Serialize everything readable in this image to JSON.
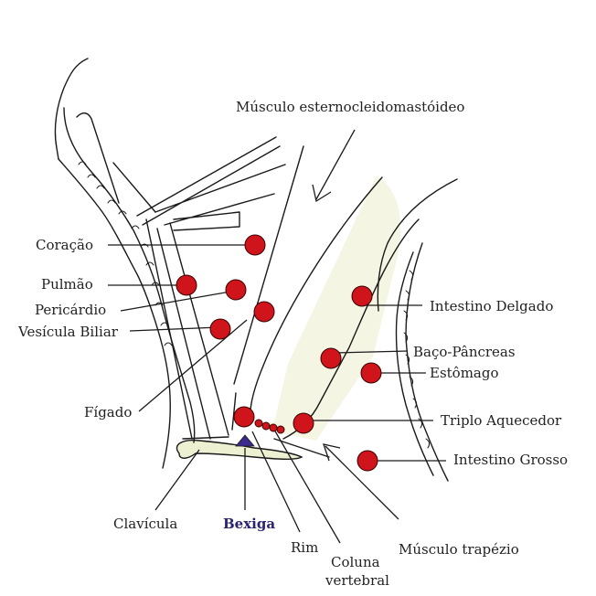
{
  "colors": {
    "point_fill": "#d0141c",
    "bladder_marker": "#3b2a8c",
    "bexiga_text": "#2a2470",
    "muscle_fill": "#f4f5e3",
    "clavicle_fill": "#eef0d2"
  },
  "labels": {
    "musculo_ecm": "Músculo esternocleidomastóideo",
    "coracao": "Coração",
    "pulmao": "Pulmão",
    "pericardio": "Pericárdio",
    "vesicula_biliar": "Vesícula Biliar",
    "figado": "Fígado",
    "clavicula": "Clavícula",
    "bexiga": "Bexiga",
    "rim": "Rim",
    "coluna_vertebral_1": "Coluna",
    "coluna_vertebral_2": "vertebral",
    "musculo_trapezio": "Músculo trapézio",
    "intestino_grosso": "Intestino Grosso",
    "triplo_aquecedor": "Triplo Aquecedor",
    "estomago": "Estômago",
    "baco_pancreas": "Baço-Pâncreas",
    "intestino_delgado": "Intestino Delgado"
  }
}
